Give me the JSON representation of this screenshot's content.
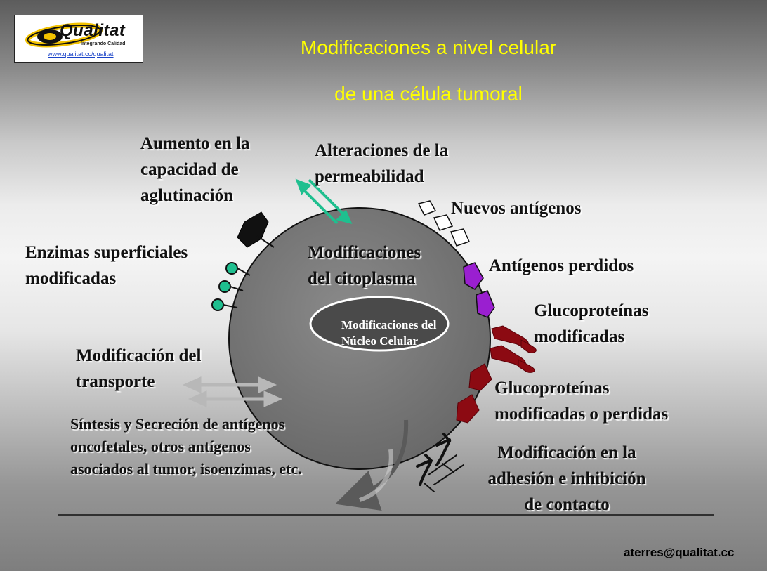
{
  "logo": {
    "name": "Qualitat",
    "tagline": "Integrando Calidad",
    "url": "www.qualitat.cc/qualitat"
  },
  "title": {
    "line1": "Modificaciones a nivel celular",
    "line2": "de una célula tumoral"
  },
  "labels": {
    "aglutinacion": "Aumento en la\ncapacidad de\naglutinación",
    "permeabilidad": "Alteraciones de la\npermeabilidad",
    "nuevos_antigenos": "Nuevos antígenos",
    "enzimas": "Enzimas superficiales\nmodificadas",
    "citoplasma": "Modificaciones\ndel citoplasma",
    "antigenos_perdidos": "Antígenos perdidos",
    "glucoproteinas": "Glucoproteínas\nmodificadas",
    "transporte": "Modificación del\ntransporte",
    "glucoproteinas_perdidas": "Glucoproteínas\nmodificadas o perdidas",
    "sintesis": "Síntesis y Secreción de antígenos\noncofetales, otros antígenos\nasociados al tumor, isoenzimas, etc.",
    "adhesion": "Modificación en la\nadhesión e inhibición\nde contacto"
  },
  "nucleus": "Modificaciones del\nNúcleo Celular",
  "footer": {
    "email": "aterres@qualitat.cc"
  },
  "colors": {
    "title": "#ffff00",
    "cell": "#7a7a7a",
    "nucleus": "#4a4a4a",
    "arrows_green": "#1fbf8f",
    "purple": "#9a1fd0",
    "dark_red": "#8c0a12"
  }
}
